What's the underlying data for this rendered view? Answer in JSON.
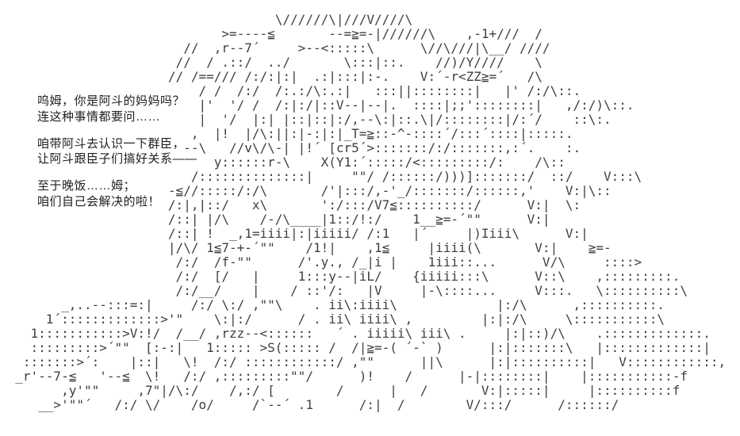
{
  "scene": {
    "description": "Shift-JIS style ASCII-art illustration of a long-haired character with braids, white background, Chinese dialogue overlaid at left",
    "background_color": "#ffffff",
    "art_color": "#3f3f3f",
    "text_color": "#1e1e1e"
  },
  "dialogue": {
    "lines": [
      "呜姆，你是阿斗的妈妈吗？",
      "连这种事情都要问……",
      "咱带阿斗去认识一下群臣，",
      "让阿斗跟臣子们搞好关系——",
      "至于晚饭……姆；",
      "咱们自己会解决的啦！"
    ]
  },
  "artwork": {
    "lines": [
      "                                    \\//////\\|///V////\\",
      "                             >=----≦       --=≧=-|//////\\    ,-1+///  /",
      "                        //  ,r--7´     >--<:::::\\      \\//\\///|\\__/ ////",
      "                       //  / .::/  ../       \\:::|::.    //)/Y////    \\",
      "                      // /==/// /:/:|:|  .:|:::|:-.    V:´-r<ZZ≧=´   /\\",
      "                          / /  /:/  /:.:/\\:.:|   :::||::::::::|   |' /:/\\::.",
      "                          |'  '/ /  /:|:/|::V--|--|.  ::::|;;'::::::::|   ,/:/)\\::.",
      "                          |  '/  |:| |::|::|:/,--\\:|::.\\|/::::::::|/:´/    ::\\:.",
      "                         ,  |!  |/\\:||:|-:|:|_T=≧::-^-::::´/:::´::::|:::::.",
      "                        --\\   //v\\/\\-| |!´ [cr5´>:::::::/:/:::::::,:´.    :.",
      "                            y::::::r-\\    X(Y1:´:::::/<:::::::::/:    /\\::",
      "                         /::::::::::::::|     \"\"/ /::::::/)))]:::::::/  ::/    V:::\\",
      "                      -≦//:::::/:/\\       /'|:::/,-'_/:::::::/::::::,'    V:|\\::",
      "                      /:|,|::/   x\\       ':/:::/V7≦::::::::::/      V:|  \\:",
      "                      /::| |/\\    /-/\\____|1::/!:/    1__≧=-´\"\"      V:|",
      "                      /::| !  _,1=iiii|:|iiiii/ /:1   |´     |)Iiii\\      V:|",
      "                      |/\\/ 1≦7-+-´\"\"    /1!|    ,1≦     |iiii(\\       V:|    ≧=-",
      "                       /:/  /f-\"\"      /'.y., /_|i |    1iii::...      V/\\     ::::>",
      "                       /:/  [/   |     1:::y--|iL/    {iiiii:::\\      V::\\    ,:::::::::.",
      "                       /:/__/    |    / ::'/:   |V     |-\\::::...     V:::.   \\::::::::::\\",
      "        _,..--:::=:|     /:/ \\:/ ,\"\"\\    . ii\\:iiii\\             |:/\\      ,::::::::::.",
      "      1´:::::::::::::>'\"    \\:|:/      / . ii\\ iiii\\ ,         |:|:/\\     \\:::::::::::\\",
      "    1:::::::::::>V:!/  /__/ ,rzz--<::::::   ´ . iiiii\\ iii\\ .     |:|::)/\\    .:::::::::::::.",
      "    :::::::::>´\"\"  [:-:|   1::::: >S(::::: /  /|≧=-( ´-` )      |:|:::::::\\   |:::::::::::::|",
      "   :::::::>´:    |::|   \\!  /:/ ::::::::::::/ ,\"\"      ||\\      |:|::::::::::|   V::::::::::::,",
      "  _r'--7-≦   '--≦  \\!   /:/ ,:::::::::\"\"/      )!    /      |-|::::::::|    |:::::::::::-f",
      "        ,y'\"\"     ,7\"|/\\:/    /,:/ [        /      |   /       V:|:::::|     |::::::::::f",
      "     __>'\"\"´   /:/ \\/    /o/     /`--´ .1      /:|  /        V/:::/      /::::::/"
    ]
  }
}
